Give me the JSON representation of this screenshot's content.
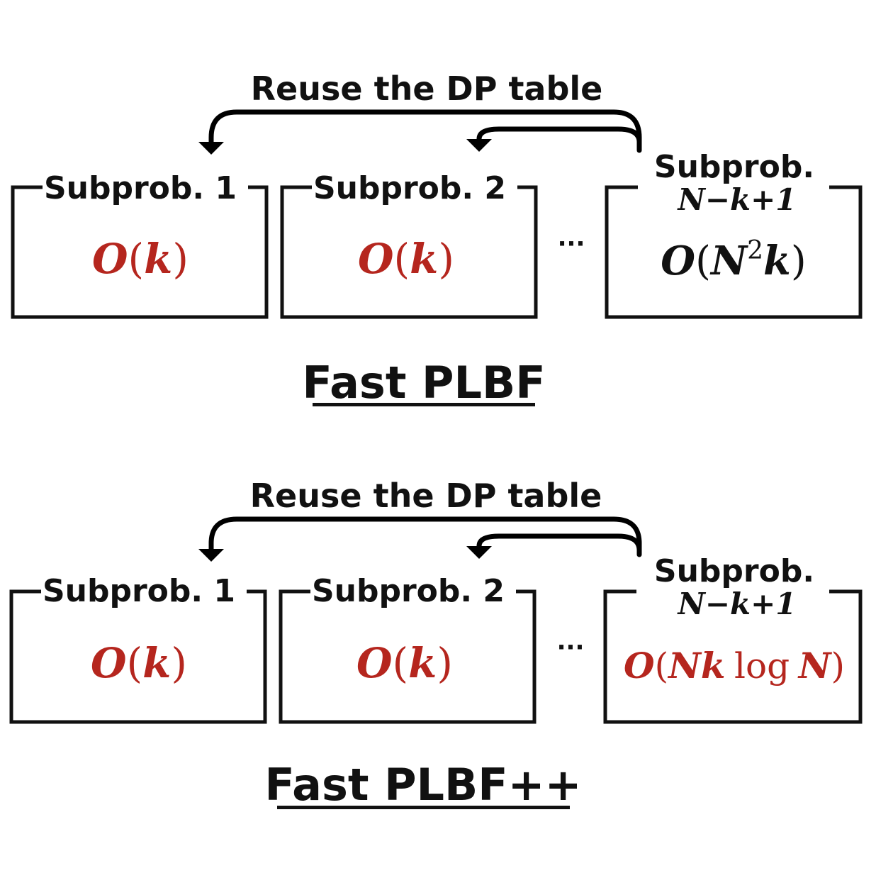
{
  "colors": {
    "ink": "#111111",
    "complexity": "#b5261e"
  },
  "panels": [
    {
      "arrow_label": "Reuse the DP table",
      "title": "Fast PLBF",
      "ellipsis": "···",
      "boxes": [
        {
          "label": "Subprob. 1",
          "complexity": {
            "pre": "O",
            "lp": "(",
            "arg": "k",
            "sup": "",
            "post": "",
            "rp": ")"
          }
        },
        {
          "label": "Subprob. 2",
          "complexity": {
            "pre": "O",
            "lp": "(",
            "arg": "k",
            "sup": "",
            "post": "",
            "rp": ")"
          }
        },
        {
          "label_line1": "Subprob.",
          "label_line2": "N−k+1",
          "complexity": {
            "pre": "O",
            "lp": "(",
            "arg": "N",
            "sup": "2",
            "post": "k",
            "rp": ")"
          }
        }
      ]
    },
    {
      "arrow_label": "Reuse the DP table",
      "title": "Fast PLBF++",
      "ellipsis": "···",
      "boxes": [
        {
          "label": "Subprob. 1",
          "complexity": {
            "pre": "O",
            "lp": "(",
            "arg": "k",
            "sup": "",
            "post": "",
            "rp": ")"
          }
        },
        {
          "label": "Subprob. 2",
          "complexity": {
            "pre": "O",
            "lp": "(",
            "arg": "k",
            "sup": "",
            "post": "",
            "rp": ")"
          }
        },
        {
          "label_line1": "Subprob.",
          "label_line2": "N−k+1",
          "complexity": {
            "pre": "O",
            "lp": "(",
            "arg": "Nk",
            "log": "log",
            "post": "N",
            "rp": ")"
          }
        }
      ]
    }
  ]
}
